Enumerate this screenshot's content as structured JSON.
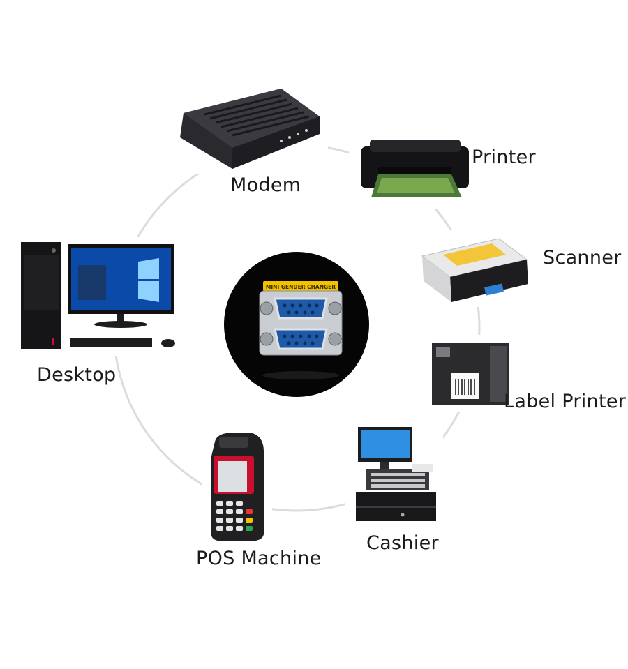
{
  "center": {
    "product_text": "MINI GENDER CHANGER",
    "disc_color": "#050505",
    "plate_color": "#f2c200",
    "connector_color": "#1f5aa8"
  },
  "ring_color": "#dcdcdc",
  "devices": [
    {
      "id": "modem",
      "label": "Modem",
      "icon": "modem-icon"
    },
    {
      "id": "printer",
      "label": "Printer",
      "icon": "printer-icon"
    },
    {
      "id": "scanner",
      "label": "Scanner",
      "icon": "scanner-icon"
    },
    {
      "id": "label-printer",
      "label": "Label Printer",
      "icon": "label-printer-icon"
    },
    {
      "id": "cashier",
      "label": "Cashier",
      "icon": "cash-register-icon"
    },
    {
      "id": "pos",
      "label": "POS Machine",
      "icon": "pos-terminal-icon"
    },
    {
      "id": "desktop",
      "label": "Desktop",
      "icon": "desktop-computer-icon"
    }
  ]
}
